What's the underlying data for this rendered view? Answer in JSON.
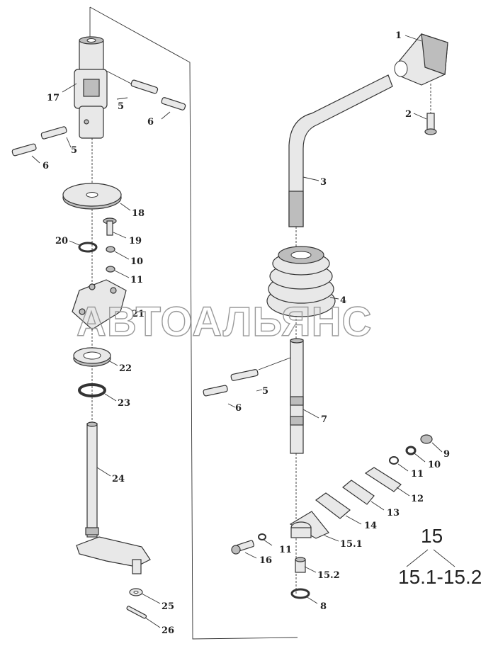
{
  "watermark": "АВТОАЛЬЯНС",
  "callouts": {
    "c1": "1",
    "c2": "2",
    "c3": "3",
    "c4": "4",
    "c5a": "5",
    "c5b": "5",
    "c5c": "5",
    "c6a": "6",
    "c6b": "6",
    "c6c": "6",
    "c7": "7",
    "c8": "8",
    "c9": "9",
    "c10a": "10",
    "c10b": "10",
    "c11a": "11",
    "c11b": "11",
    "c11c": "11",
    "c12": "12",
    "c13": "13",
    "c14": "14",
    "c15_1": "15.1",
    "c15_2": "15.2",
    "c16": "16",
    "c17": "17",
    "c18": "18",
    "c19": "19",
    "c20": "20",
    "c21": "21",
    "c22": "22",
    "c23": "23",
    "c24": "24",
    "c25": "25",
    "c26": "26"
  },
  "assembly": {
    "parent": "15",
    "children": "15.1-15.2"
  }
}
